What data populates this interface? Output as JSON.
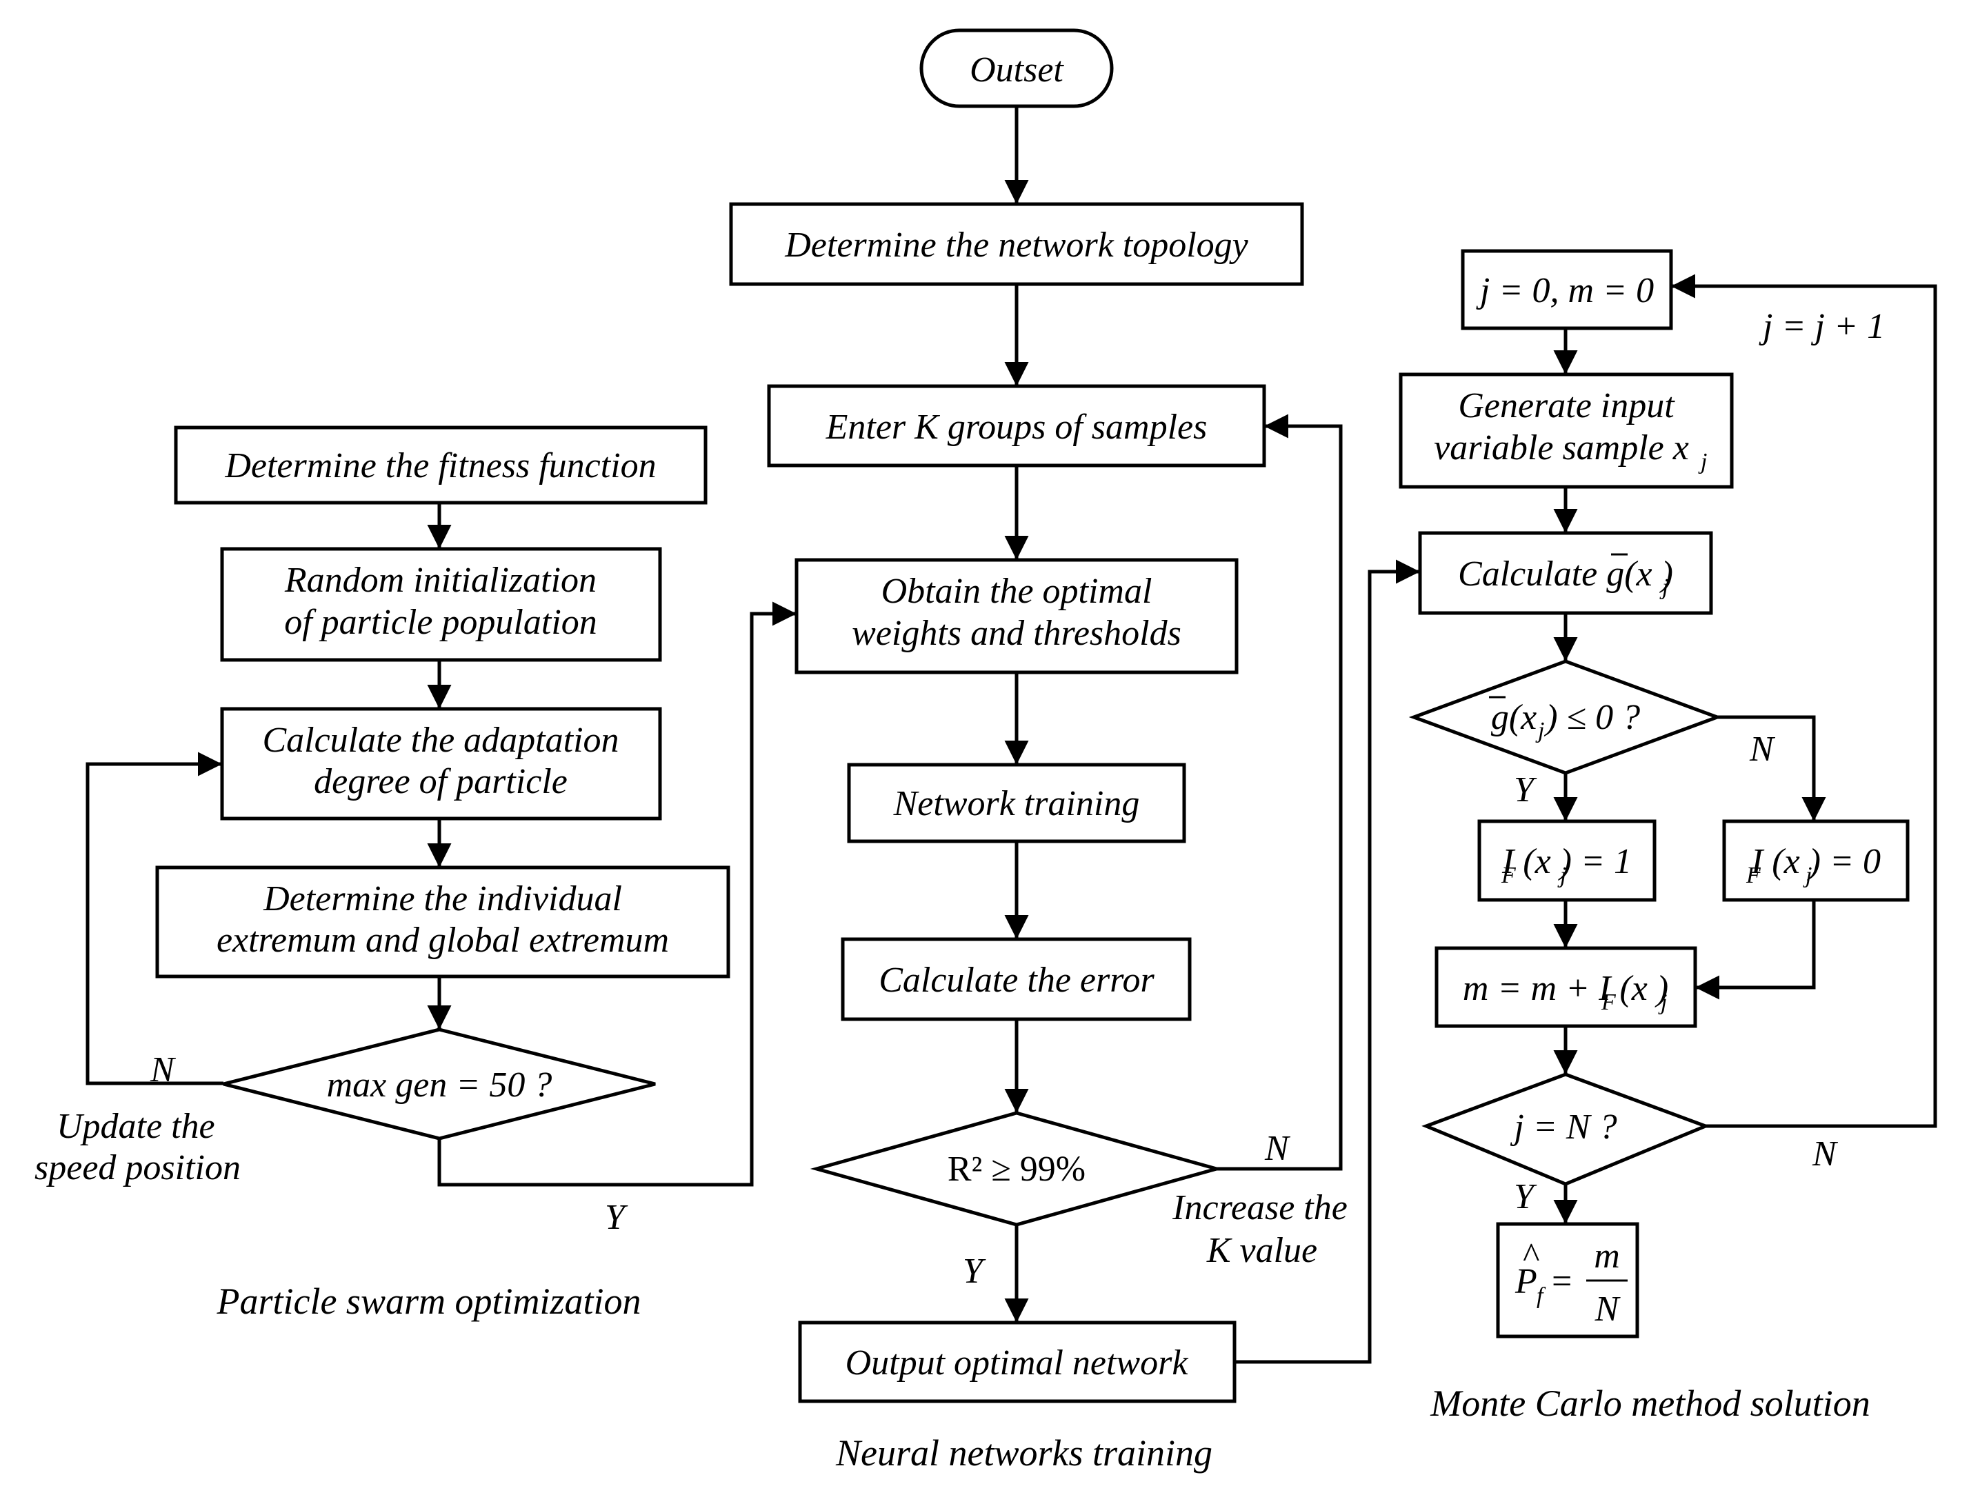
{
  "nodes": {
    "outset": "Outset",
    "topology": "Determine the network topology",
    "enter_samples": "Enter K groups of samples",
    "optimal_weights_1": "Obtain the optimal",
    "optimal_weights_2": "weights and thresholds",
    "network_training": "Network training",
    "calc_error": "Calculate the error",
    "r2_check": "R² ≥ 99%",
    "output_network": "Output optimal network",
    "fitness": "Determine the fitness function",
    "random_init_1": "Random initialization",
    "random_init_2": "of particle population",
    "adaptation_1": "Calculate the adaptation",
    "adaptation_2": "degree of particle",
    "extremum_1": "Determine the individual",
    "extremum_2": "extremum and global extremum",
    "maxgen_check": "max gen = 50 ?",
    "init_jm": "j = 0, m = 0",
    "generate_1": "Generate input",
    "generate_2": "variable sample x",
    "generate_2_sub": "j",
    "calc_g": "Calculate g(x )",
    "calc_g_sub": "j",
    "g_check": "g(x ) ≤ 0 ?",
    "g_check_sub": "j",
    "if_one": "I (x ) = 1",
    "if_one_sub_f": "F",
    "if_one_sub_j": "j",
    "if_zero": "I (x ) = 0",
    "if_zero_sub_f": "F",
    "if_zero_sub_j": "j",
    "m_update": "m = m + I (x )",
    "m_update_sub_f": "F",
    "m_update_sub_j": "j",
    "j_check": "j = N ?",
    "pf_lhs": "P",
    "pf_hat": "^",
    "pf_sub": "f",
    "pf_eq": "=",
    "pf_num": "m",
    "pf_den": "N"
  },
  "labels": {
    "increase_j": "j = j + 1",
    "update_speed_1": "Update the",
    "update_speed_2": "speed position",
    "increase_k_1": "Increase the",
    "increase_k_2": "K value",
    "yes": "Y",
    "no": "N"
  },
  "sections": {
    "pso": "Particle swarm optimization",
    "nn": "Neural networks training",
    "mc": "Monte Carlo method solution"
  }
}
